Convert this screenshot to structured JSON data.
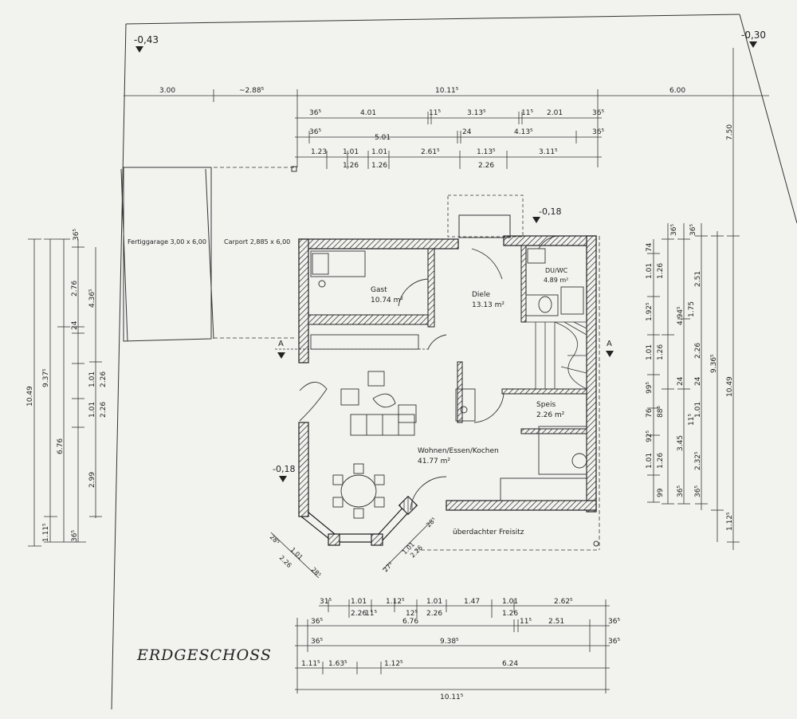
{
  "title": "ERDGESCHOSS",
  "levels": {
    "top_left": "-0,43",
    "top_right": "-0,30",
    "entry": "-0,18",
    "living": "-0,18"
  },
  "section": {
    "left": "A",
    "right": "A"
  },
  "rooms": {
    "garage": "Fertiggarage 3,00 x 6,00",
    "carport": "Carport 2,885 x 6,00",
    "gast_name": "Gast",
    "gast_area": "10.74 m²",
    "diele_name": "Diele",
    "diele_area": "13.13 m²",
    "duwc_name": "DU/WC",
    "duwc_area": "4.89 m²",
    "speis_name": "Speis",
    "speis_area": "2.26 m²",
    "wohnen_name": "Wohnen/Essen/Kochen",
    "wohnen_area": "41.77 m²",
    "terrace": "überdachter Freisitz"
  },
  "dims": {
    "top1": [
      "3.00",
      "~2.88⁵",
      "10.11⁵",
      "6.00"
    ],
    "top2": [
      "36⁵",
      "4.01",
      "11⁵",
      "3.13⁵",
      "11⁵",
      "2.01",
      "36⁵"
    ],
    "top3": [
      "36⁵",
      "5.01",
      "24",
      "4.13⁵",
      "36⁵"
    ],
    "top4a": [
      "1.23",
      "1.01",
      "1.01",
      "2.61⁵",
      "1.13⁵",
      "3.11⁵"
    ],
    "top4b": [
      "1.26",
      "1.26",
      "2.26"
    ],
    "right_v1": [
      "74",
      "1.01",
      "1.26",
      "1.92⁵",
      "1.01",
      "1.26",
      "99⁵",
      "76",
      "88⁵",
      "92⁵",
      "1.01",
      "1.26",
      "99"
    ],
    "right_v2": [
      "36⁵",
      "2.51",
      "4.94⁵",
      "2.26",
      "24",
      "3.45",
      "2.32⁵",
      "36⁵"
    ],
    "right_v3": [
      "36⁵",
      "1.75",
      "24",
      "1.01",
      "11⁵",
      "36⁵"
    ],
    "right_v4": [
      "9.36⁵"
    ],
    "right_v5": [
      "7.50",
      "10.49",
      "1.12⁵"
    ],
    "left_v": [
      "10.49",
      "9.37⁵",
      "6.76",
      "1.11⁵",
      "36⁵",
      "2.76",
      "24",
      "4.36⁵",
      "1.01",
      "2.26",
      "1.01",
      "2.26",
      "2.99",
      "36⁵"
    ],
    "bay_left": [
      "28⁵",
      "1.01",
      "2.26",
      "28⁵"
    ],
    "bay_right": [
      "27⁵",
      "1.01",
      "2.26",
      "28⁵"
    ],
    "bot1": [
      "31⁵",
      "1.01",
      "1.12⁵",
      "1.01",
      "1.47",
      "1.01",
      "2.62⁵"
    ],
    "bot1b": [
      "2.26",
      "11⁵",
      "12⁵",
      "2.26",
      "1.26"
    ],
    "bot2": [
      "36⁵",
      "6.76",
      "11⁵",
      "2.51",
      "36⁵"
    ],
    "bot3": [
      "36⁵",
      "9.38⁵",
      "36⁵"
    ],
    "bot4": [
      "1.11⁵",
      "1.63⁵",
      "1.12⁵",
      "6.24"
    ],
    "bot5": [
      "10.11⁵"
    ]
  }
}
